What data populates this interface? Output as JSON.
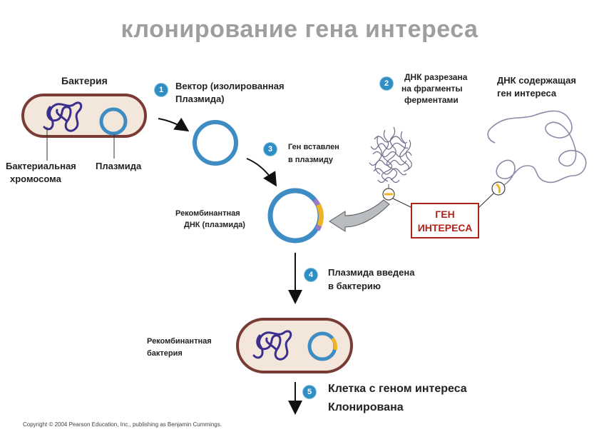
{
  "title": "клонирование гена интереса",
  "labels": {
    "bacterium": "Бактерия",
    "bacterial_chromosome_1": "Бактериальная",
    "bacterial_chromosome_2": "хромосома",
    "plasmid": "Плазмида",
    "vector_1": "Вектор (изолированная",
    "vector_2": "Плазмида)",
    "dna_cut_1": "ДНК разрезана",
    "dna_cut_2": "на фрагменты",
    "dna_cut_3": "ферментами",
    "dna_gene_1": "ДНК содержащая",
    "dna_gene_2": "ген интереса",
    "gene_inserted_1": "Ген вставлен",
    "gene_inserted_2": "в плазмиду",
    "recomb_dna_1": "Рекомбинантная",
    "recomb_dna_2": "ДНК (плазмида)",
    "gene_box_1": "ГЕН",
    "gene_box_2": "ИНТЕРЕСА",
    "plasmid_intro_1": "Плазмида введена",
    "plasmid_intro_2": "в бактерию",
    "recomb_bact_1": "Рекомбинантная",
    "recomb_bact_2": "бактерия",
    "cloned_1": "Клетка с геном интереса",
    "cloned_2": "Клонирована"
  },
  "steps": [
    "1",
    "2",
    "3",
    "4",
    "5"
  ],
  "copyright": "Copyright © 2004 Pearson Education, Inc., publishing as Benjamin Cummings.",
  "colors": {
    "plasmid_blue": "#3d8cc4",
    "cell_fill": "#f3e6da",
    "cell_border": "#7a3b35",
    "chromosome": "#3a2f8c",
    "gene_yellow": "#f0b323",
    "gene_purple": "#9a7ac8",
    "gene_red": "#b0231a"
  }
}
